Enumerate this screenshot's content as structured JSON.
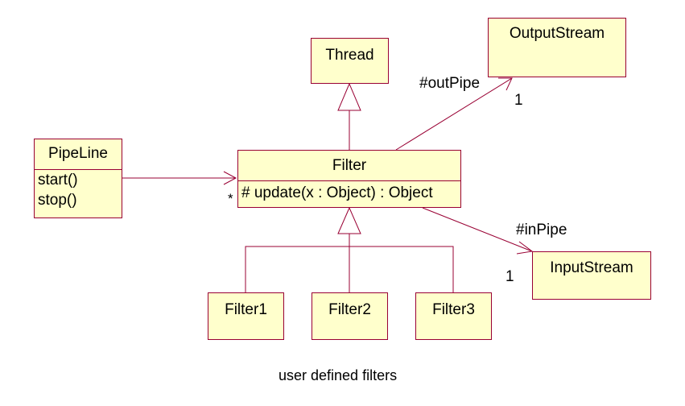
{
  "diagram": {
    "colors": {
      "class_fill": "#ffffcc",
      "class_border": "#990033",
      "line": "#990033",
      "text": "#000000",
      "background": "#ffffff"
    },
    "classes": {
      "thread": {
        "name": "Thread"
      },
      "output_stream": {
        "name": "OutputStream"
      },
      "pipeline": {
        "name": "PipeLine",
        "operations": [
          "start()",
          "stop()"
        ]
      },
      "filter": {
        "name": "Filter",
        "operations": [
          "# update(x : Object) : Object"
        ]
      },
      "input_stream": {
        "name": "InputStream"
      },
      "filter1": {
        "name": "Filter1"
      },
      "filter2": {
        "name": "Filter2"
      },
      "filter3": {
        "name": "Filter3"
      }
    },
    "labels": {
      "out_pipe_role": "#outPipe",
      "out_pipe_multiplicity": "1",
      "in_pipe_role": "#inPipe",
      "in_pipe_multiplicity": "1",
      "pipeline_filter_multiplicity": "*",
      "caption": "user defined filters"
    }
  }
}
